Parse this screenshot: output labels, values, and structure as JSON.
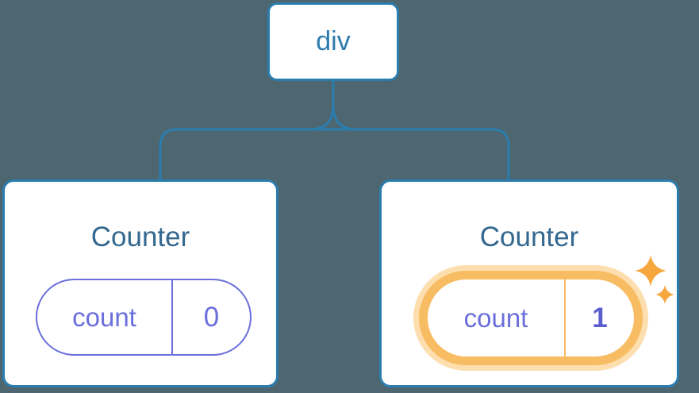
{
  "tree": {
    "root": {
      "label": "div"
    },
    "children": [
      {
        "title": "Counter",
        "state": {
          "key": "count",
          "value": "0"
        },
        "highlighted": false
      },
      {
        "title": "Counter",
        "state": {
          "key": "count",
          "value": "1"
        },
        "highlighted": true
      }
    ]
  },
  "icons": {
    "sparkles": "two four-pointed sparkle stars marking updated state"
  },
  "colors": {
    "background": "#4D6670",
    "node_border": "#2B7DAE",
    "connector_line": "#2B7DAE",
    "root_label": "#2E7CAD",
    "counter_title": "#35688F",
    "state_purple": "#6B6FDB",
    "state_value_bold": "#5A5ECF",
    "highlight_ring": "#F8BC62",
    "highlight_halo": "#FCDEAF",
    "sparkle": "#F6A83F"
  }
}
